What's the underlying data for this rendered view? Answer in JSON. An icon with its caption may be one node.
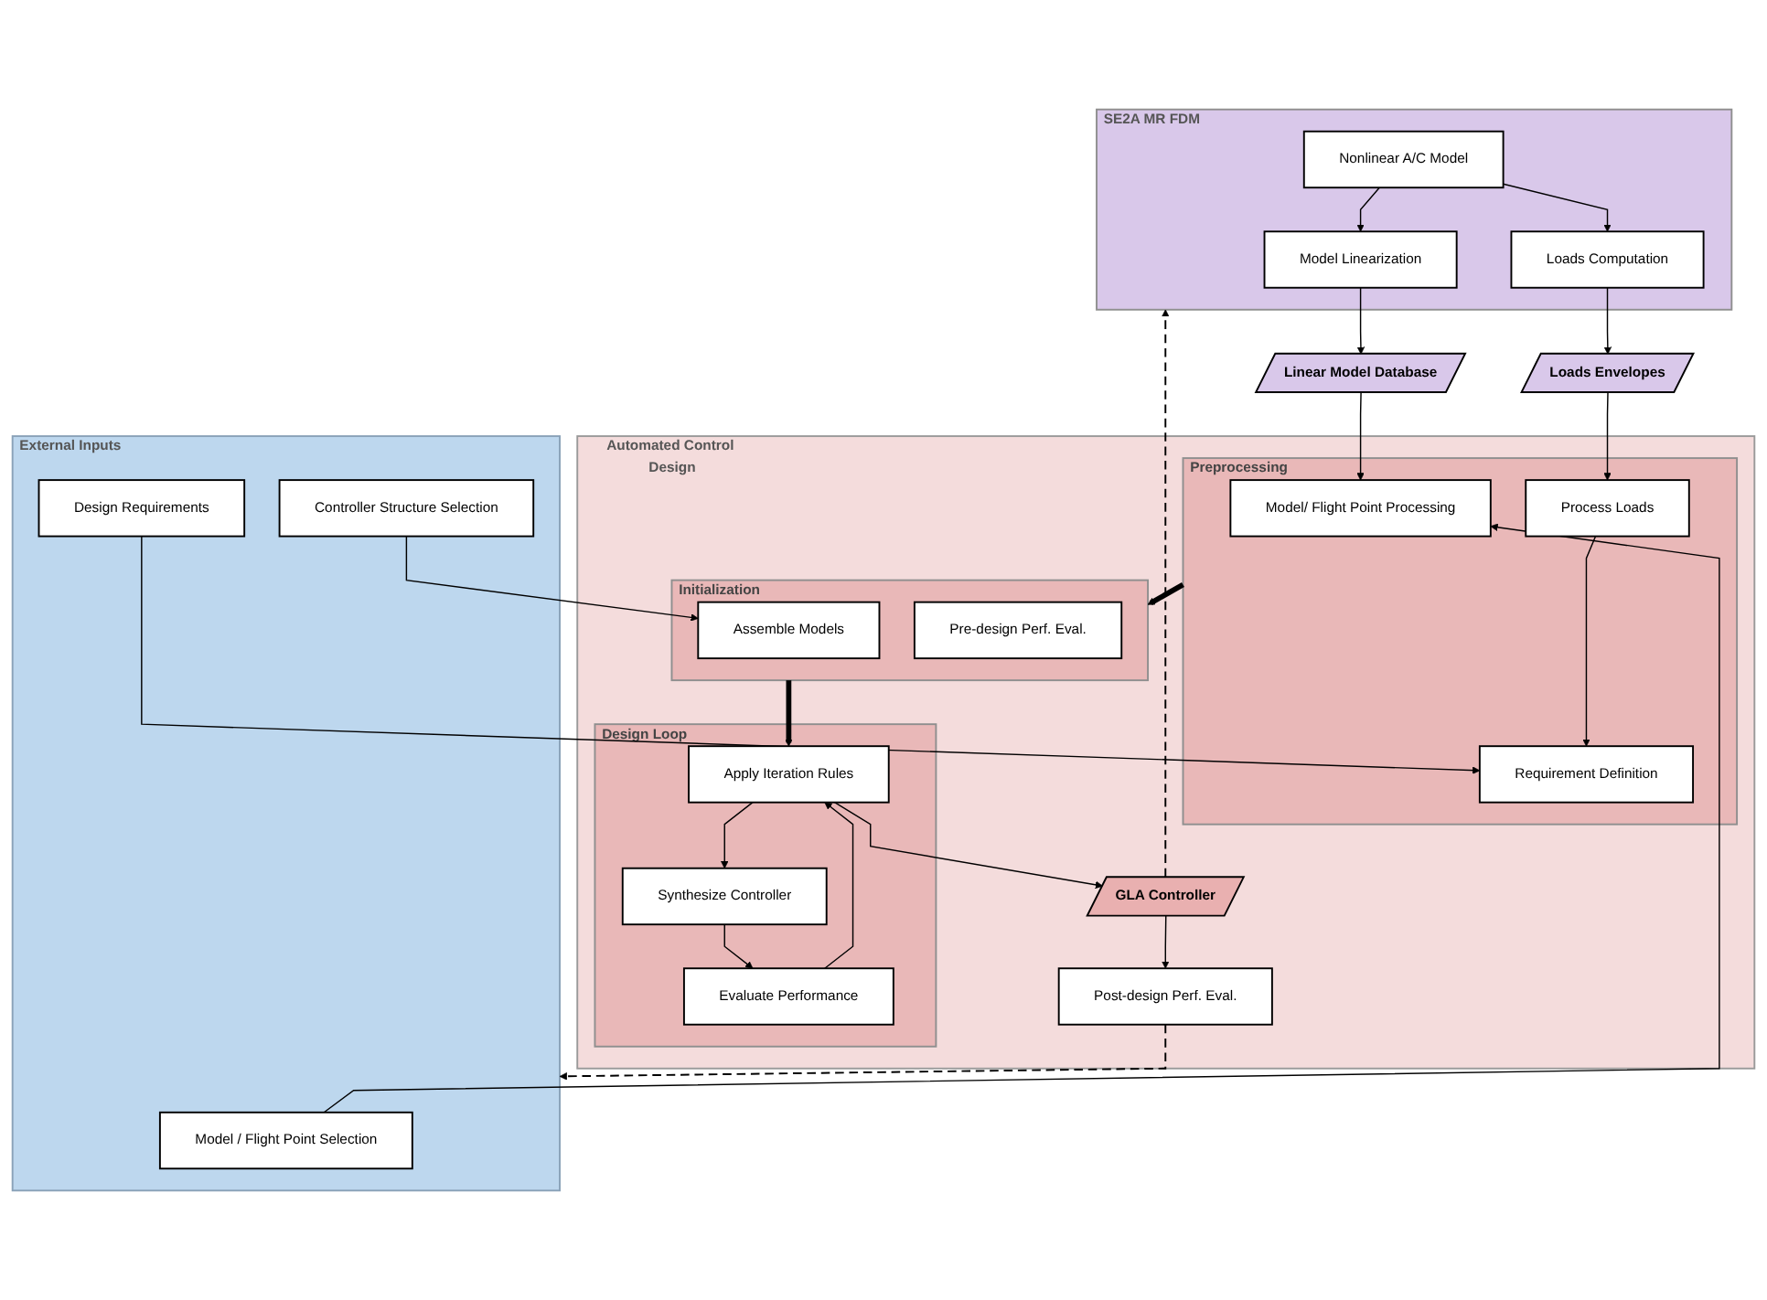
{
  "diagram": {
    "nodes": [
      {
        "text": [
          "External Inputs"
        ]
      },
      {
        "text": [
          "Model / Flight Point Selection"
        ],
        "in": 0
      },
      {
        "text": [
          "Design Requirements"
        ],
        "in": 0
      },
      {
        "text": [
          "Controller Structure Selection"
        ],
        "in": 0
      },
      {
        "text": [
          "SE2A MR FDM"
        ]
      },
      {
        "text": [
          "Nonlinear A/C Model"
        ],
        "in": 4
      },
      {
        "text": [
          "Model Linearization"
        ],
        "in": 4
      },
      {
        "text": [
          "Loads Computation"
        ],
        "in": 4
      },
      {
        "text": [
          "Linear Model Database"
        ]
      },
      {
        "text": [
          "Loads Envelopes"
        ]
      },
      {
        "text": [
          "Automated Control Design"
        ]
      },
      {
        "text": [
          "Preprocessing"
        ],
        "in": 10
      },
      {
        "text": [
          "Model/ Flight Point Processing"
        ],
        "in": 11
      },
      {
        "text": [
          "Process Loads"
        ],
        "in": 11
      },
      {
        "text": [
          "Requirement Definition"
        ],
        "in": 11
      },
      {
        "text": [
          "Initialization"
        ],
        "in": 10
      },
      {
        "text": [
          "Assemble Models"
        ],
        "in": 15
      },
      {
        "text": [
          "Pre-design Perf. Eval."
        ],
        "in": 15
      },
      {
        "text": [
          "Design Loop"
        ],
        "in": 10
      },
      {
        "text": [
          "Apply Iteration Rules"
        ],
        "in": 18
      },
      {
        "text": [
          "Synthesize Controller"
        ],
        "in": 18
      },
      {
        "text": [
          "Evaluate Performance"
        ],
        "in": 18
      },
      {
        "text": [
          "GLA Controller"
        ],
        "in": 10
      },
      {
        "text": [
          "Post-design Perf. Eval."
        ],
        "in": 10
      }
    ],
    "edges": [
      {
        "from": 1,
        "to": 12,
        "arrow": "to"
      },
      {
        "from": 2,
        "to": 14,
        "arrow": "to"
      },
      {
        "from": 3,
        "to": 16,
        "arrow": "to"
      },
      {
        "from": 5,
        "to": 6,
        "arrow": "to"
      },
      {
        "from": 5,
        "to": 7,
        "arrow": "to"
      },
      {
        "from": 6,
        "to": 8,
        "arrow": "to"
      },
      {
        "from": 8,
        "to": 12,
        "arrow": "to"
      },
      {
        "from": 7,
        "to": 9,
        "arrow": "to"
      },
      {
        "from": 9,
        "to": 13,
        "arrow": "to"
      },
      {
        "from": 13,
        "to": 14,
        "arrow": "to"
      },
      {
        "from": 11,
        "to": 15,
        "arrow": "to",
        "style": "thick"
      },
      {
        "from": 15,
        "to": 19,
        "arrow": "to",
        "style": "thick"
      },
      {
        "from": 19,
        "to": 20,
        "arrow": "to"
      },
      {
        "from": 20,
        "to": 21,
        "arrow": "to"
      },
      {
        "from": 21,
        "to": 19,
        "arrow": "to"
      },
      {
        "from": 19,
        "to": 22,
        "arrow": "to"
      },
      {
        "from": 22,
        "to": 23,
        "arrow": "to"
      },
      {
        "from": 22,
        "to": 4,
        "arrow": "to",
        "style": "dashed"
      },
      {
        "from": 23,
        "to": 0,
        "arrow": "to",
        "style": "dashed"
      }
    ]
  }
}
